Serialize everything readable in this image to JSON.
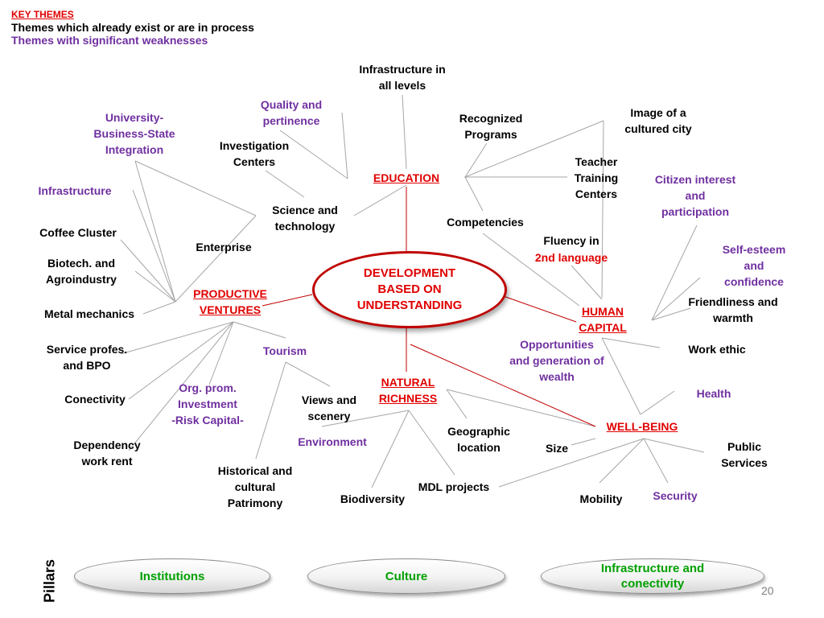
{
  "legend": {
    "key_themes": "KEY THEMES",
    "existing": "Themes which already exist or are in process",
    "weak": "Themes with significant weaknesses"
  },
  "center": "DEVELOPMENT\nBASED ON\nUNDERSTANDING",
  "hubs": {
    "education": "EDUCATION",
    "productive": "PRODUCTIVE\nVENTURES",
    "human_capital": "HUMAN\nCAPITAL",
    "natural": "NATURAL\nRICHNESS",
    "wellbeing": "WELL-BEING"
  },
  "nodes": {
    "infra_levels": "Infrastructure in\nall levels",
    "quality": "Quality and\npertinence",
    "recognized": "Recognized\nPrograms",
    "image_city": "Image of a\ncultured city",
    "investigation": "Investigation\nCenters",
    "teacher": "Teacher\nTraining\nCenters",
    "university": "University-\nBusiness-State\nIntegration",
    "citizen": "Citizen interest\nand\nparticipation",
    "infrastructure": "Infrastructure",
    "science": "Science and\ntechnology",
    "competencies": "Competencies",
    "coffee": "Coffee Cluster",
    "enterprise": "Enterprise",
    "fluency_1": "Fluency in",
    "fluency_2": "2nd  language",
    "selfesteem": "Self-esteem\nand confidence",
    "biotech": "Biotech. and\nAgroindustry",
    "friendliness": "Friendliness and\nwarmth",
    "metal": "Metal mechanics",
    "opportunities": "Opportunities\nand generation of\nwealth",
    "work_ethic": "Work ethic",
    "service": "Service profes.\nand BPO",
    "tourism": "Tourism",
    "health": "Health",
    "org_prom": "Org. prom.\nInvestment\n-Risk Capital-",
    "views": "Views and\nscenery",
    "conectivity": "Conectivity",
    "geographic": "Geographic\nlocation",
    "dependency": "Dependency\nwork rent",
    "environment": "Environment",
    "size": "Size",
    "public_services": "Public\nServices",
    "historical": "Historical and\ncultural\nPatrimony",
    "mdl": "MDL projects",
    "biodiversity": "Biodiversity",
    "mobility": "Mobility",
    "security": "Security"
  },
  "pillars": {
    "label": "Pillars",
    "institutions": "Institutions",
    "culture": "Culture",
    "infra_conect": "Infrastructure and\nconectivity"
  },
  "page_number": "20",
  "colors": {
    "existing": "#000000",
    "weak": "#7030a0",
    "hub": "#e00000",
    "pillar_text": "#00a000",
    "connector": "#a6a6a6",
    "main_connector": "#c00000"
  }
}
